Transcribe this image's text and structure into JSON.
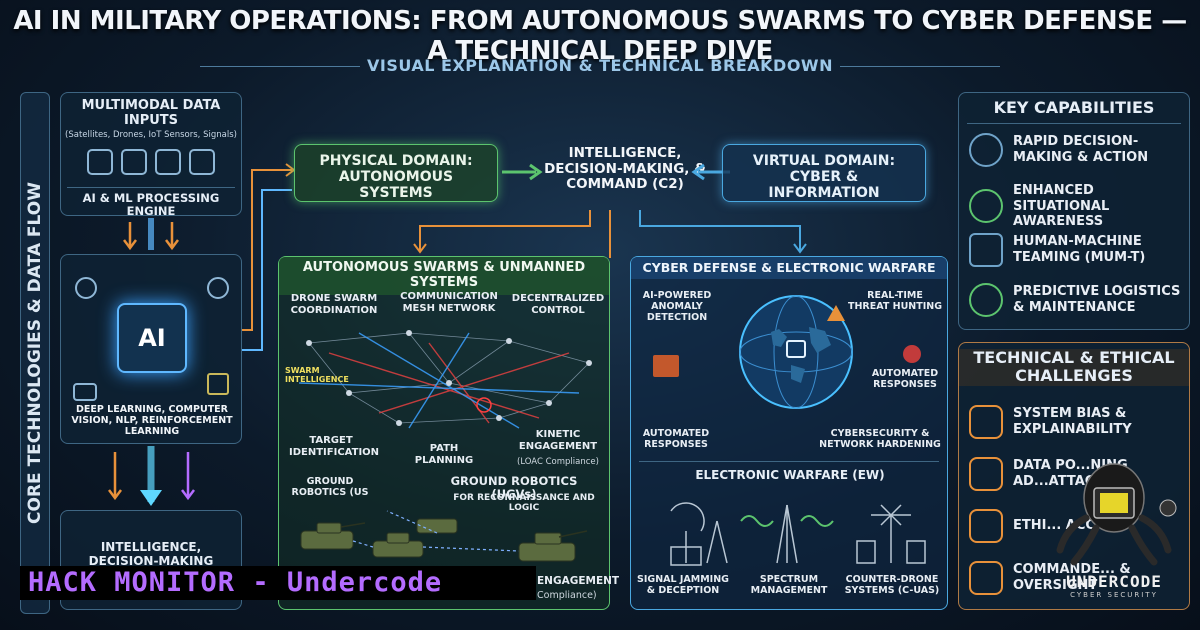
{
  "header": {
    "title": "AI IN MILITARY OPERATIONS: FROM AUTONOMOUS SWARMS TO CYBER DEFENSE — A TECHNICAL DEEP DIVE",
    "subtitle": "VISUAL EXPLANATION & TECHNICAL BREAKDOWN"
  },
  "left_column": {
    "vertical_label": "CORE TECHNOLOGIES & DATA FLOW",
    "inputs_title": "MULTIMODAL DATA INPUTS",
    "inputs_sub": "(Satellites, Drones, IoT Sensors, Signals)",
    "engine_label": "AI & ML PROCESSING ENGINE",
    "chip_label": "AI",
    "methods": "DEEP LEARNING, COMPUTER VISION, NLP, REINFORCEMENT LEARNING",
    "output_label": "INTELLIGENCE, DECISION-MAKING"
  },
  "top_flow": {
    "physical": "PHYSICAL DOMAIN: AUTONOMOUS SYSTEMS",
    "c2": "INTELLIGENCE, DECISION-MAKING, & COMMAND (C2)",
    "virtual": "VIRTUAL DOMAIN: CYBER & INFORMATION"
  },
  "swarm_panel": {
    "title": "AUTONOMOUS SWARMS & UNMANNED SYSTEMS",
    "drone_coord": "DRONE SWARM COORDINATION",
    "comm_mesh": "COMMUNICATION MESH NETWORK",
    "decentral": "DECENTRALIZED CONTROL",
    "swarm_intel": "SWARM INTELLIGENCE",
    "target_id": "TARGET IDENTIFICATION",
    "path_plan": "PATH PLANNING",
    "kinetic": "KINETIC ENGAGEMENT",
    "loac": "(LOAC Compliance)",
    "ground_robotics_short": "GROUND ROBOTICS (US",
    "ground_robotics": "GROUND ROBOTICS (UGVs)",
    "recon": "FOR RECONNAISSANCE AND LOGIC",
    "engagement": "ENGAGEMENT",
    "compliance": "Compliance)"
  },
  "cyber_panel": {
    "title": "CYBER DEFENSE & ELECTRONIC WARFARE",
    "anomaly": "AI-POWERED ANOMALY DETECTION",
    "threat": "REAL-TIME THREAT HUNTING",
    "auto_resp_right": "AUTOMATED RESPONSES",
    "auto_resp_left": "AUTOMATED RESPONSES",
    "hardening": "CYBERSECURITY & NETWORK HARDENING",
    "ew_title": "ELECTRONIC WARFARE (EW)",
    "jamming": "SIGNAL JAMMING & DECEPTION",
    "spectrum": "SPECTRUM MANAGEMENT",
    "counter_drone": "COUNTER-DRONE SYSTEMS (C-UAS)"
  },
  "capabilities": {
    "title": "KEY CAPABILITIES",
    "items": [
      {
        "label": "RAPID DECISION-MAKING & ACTION",
        "icon": "gauge-icon"
      },
      {
        "label": "ENHANCED SITUATIONAL AWARENESS",
        "icon": "eye-icon"
      },
      {
        "label": "HUMAN-MACHINE TEAMING (MUM-T)",
        "icon": "human-robot-icon"
      },
      {
        "label": "PREDICTIVE LOGISTICS & MAINTENANCE",
        "icon": "gear-hand-icon"
      }
    ]
  },
  "challenges": {
    "title": "TECHNICAL & ETHICAL CHALLENGES",
    "items": [
      {
        "label": "SYSTEM BIAS & EXPLAINABILITY",
        "icon": "brain-icon"
      },
      {
        "label": "DATA PO...NING AD...ATTACKS",
        "icon": "virus-icon"
      },
      {
        "label": "ETHI... ACC...",
        "icon": "shield-person-icon"
      },
      {
        "label": "COMMANDE... & OVERSIGHT",
        "icon": "document-icon"
      }
    ]
  },
  "watermark": {
    "banner": "HACK MONITOR - Undercode",
    "logo_text": "UNDERCODE",
    "logo_sub": "CYBER SECURITY"
  },
  "colors": {
    "accent_green": "#5cc46e",
    "accent_blue": "#4aa8e0",
    "accent_orange": "#e8913a",
    "banner_purple": "#b46cff",
    "challenge_border": "#b07a45"
  }
}
